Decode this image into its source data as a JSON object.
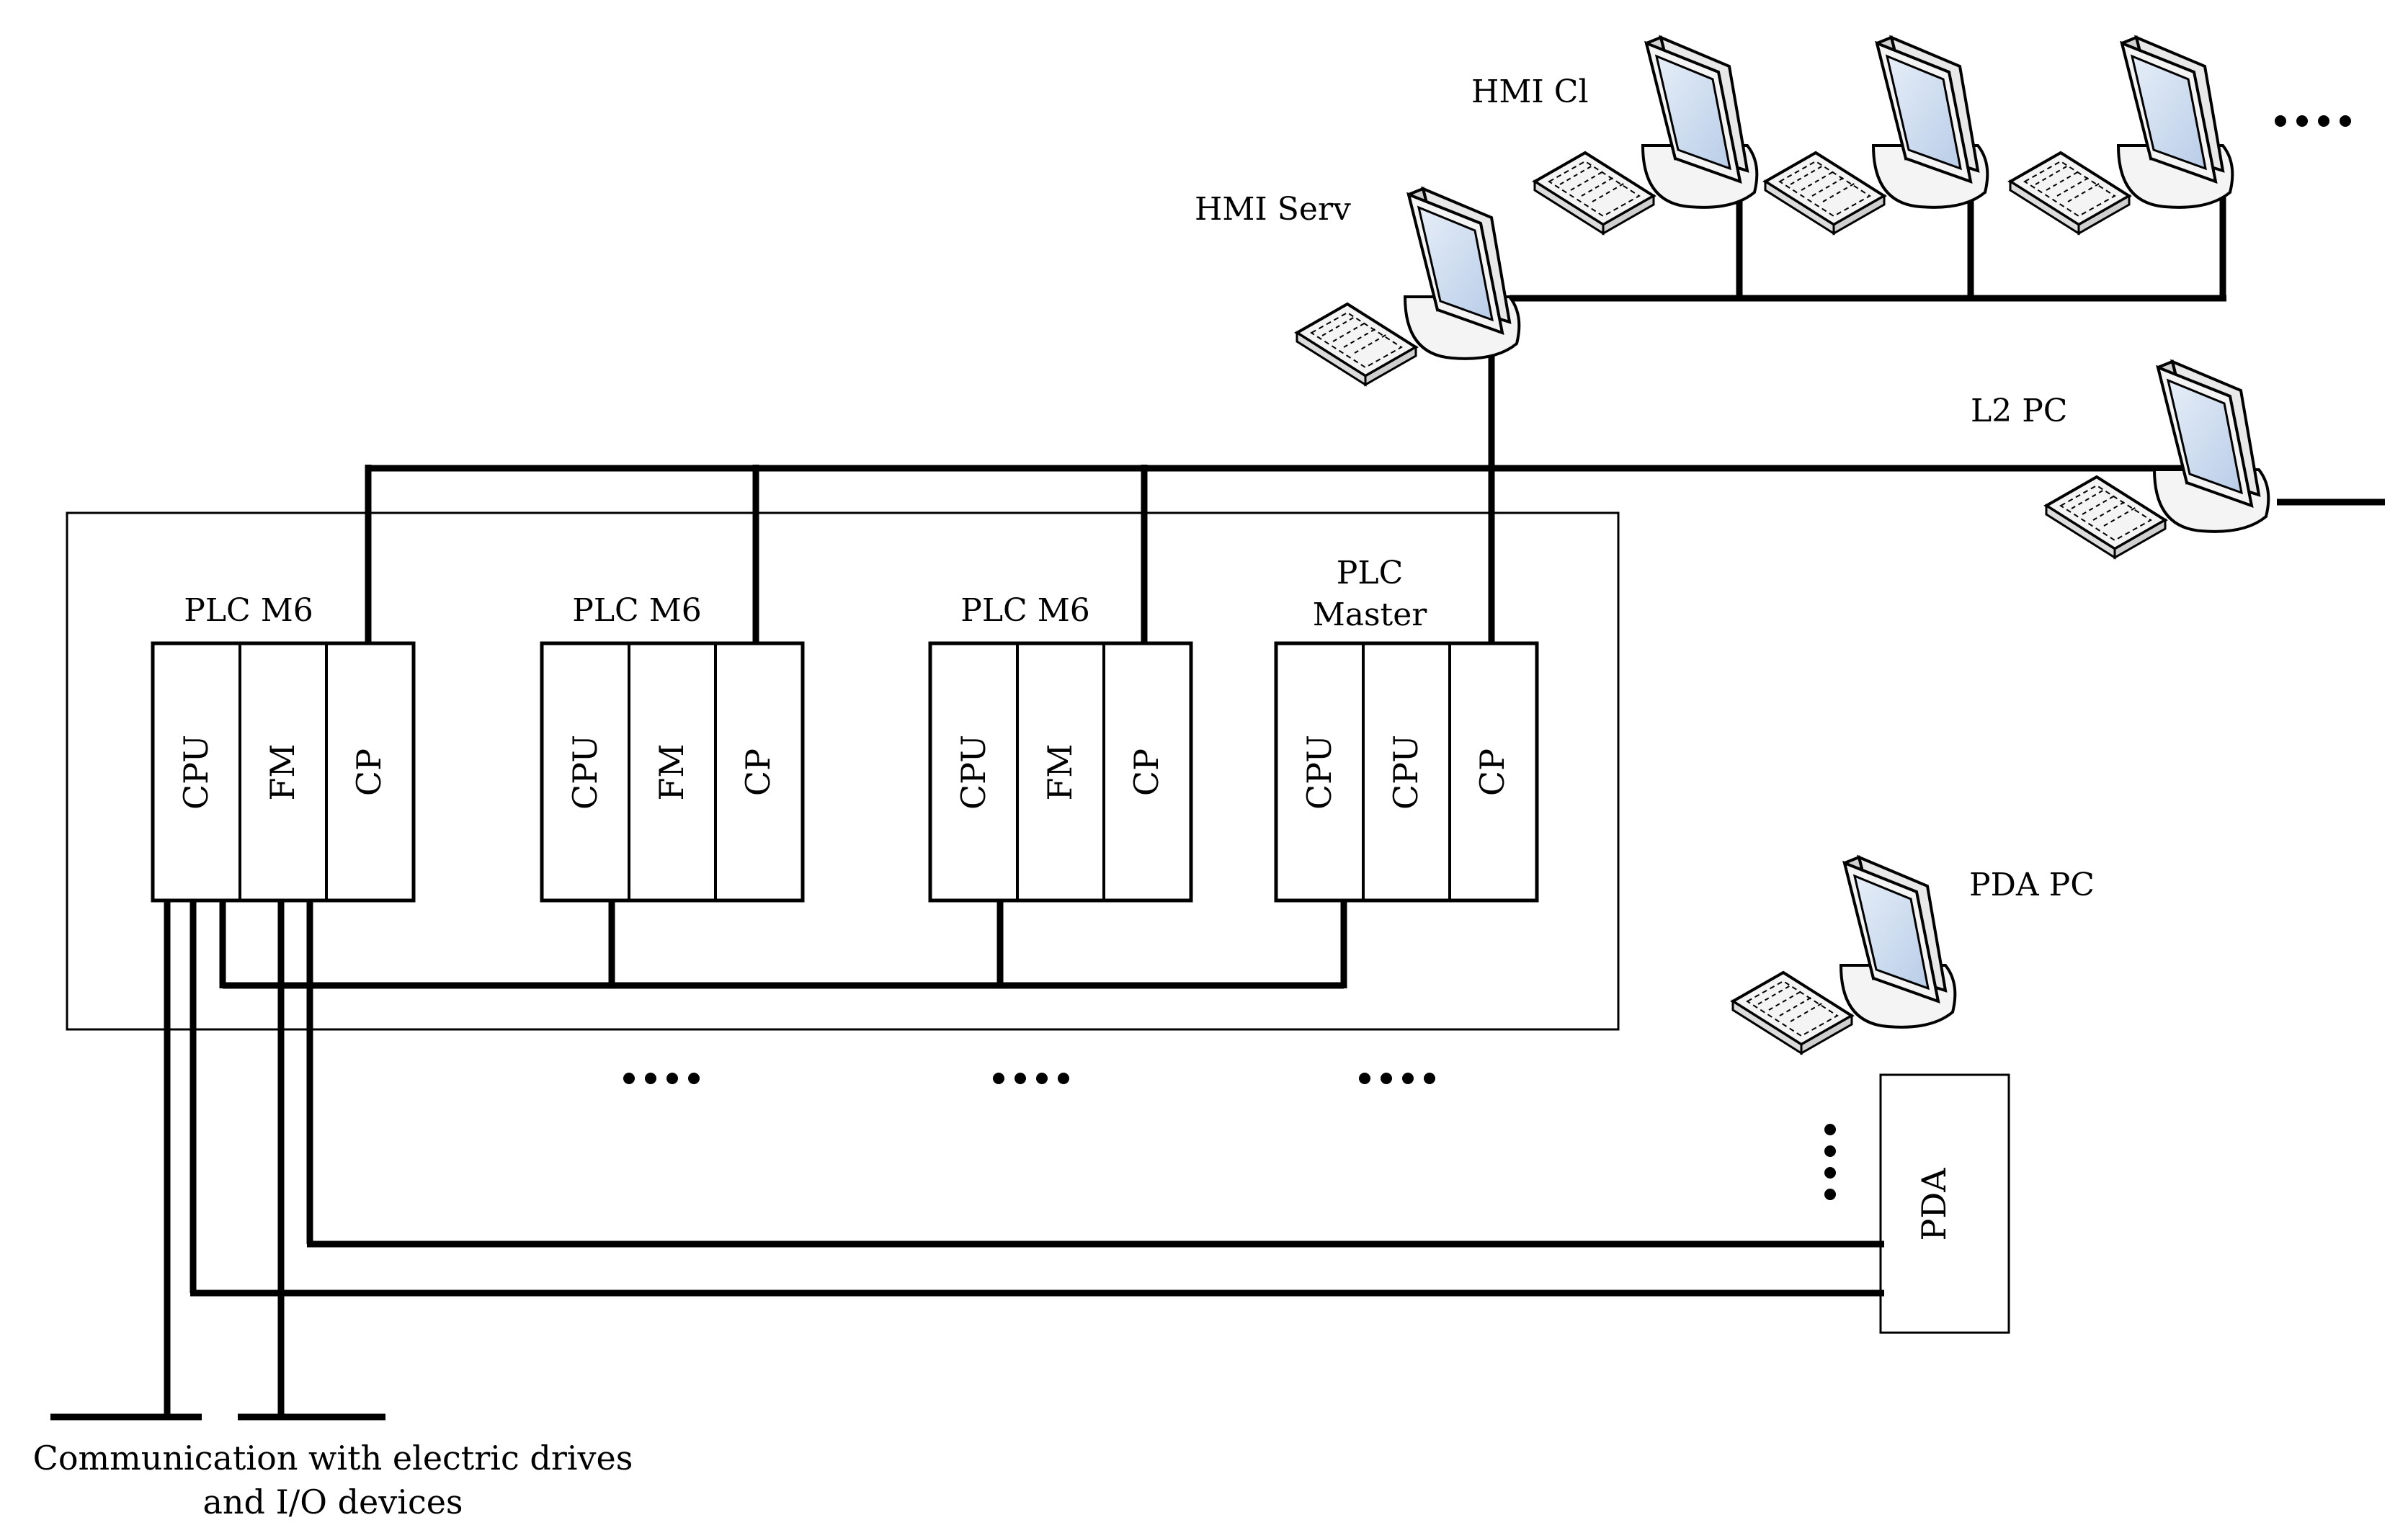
{
  "labels": {
    "hmi_clients": "HMI Cl",
    "hmi_server": "HMI Serv",
    "l2_pc": "L2 PC",
    "pda_pc": "PDA PC",
    "pda_box": "PDA",
    "plc_1": "PLC M6",
    "plc_2": "PLC M6",
    "plc_3": "PLC M6",
    "plc_master_line1": "PLC",
    "plc_master_line2": "Master",
    "caption_line1": "Communication with electric drives",
    "caption_line2": "and I/O devices"
  },
  "plc_modules": {
    "plc_1": [
      "CPU",
      "FM",
      "CP"
    ],
    "plc_2": [
      "CPU",
      "FM",
      "CP"
    ],
    "plc_3": [
      "CPU",
      "FM",
      "CP"
    ],
    "plc_master": [
      "CPU",
      "CPU",
      "CP"
    ]
  },
  "colors": {
    "line": "#000000",
    "screen_fill": "#c8d8ee",
    "monitor_fill": "#f4f4f4"
  }
}
